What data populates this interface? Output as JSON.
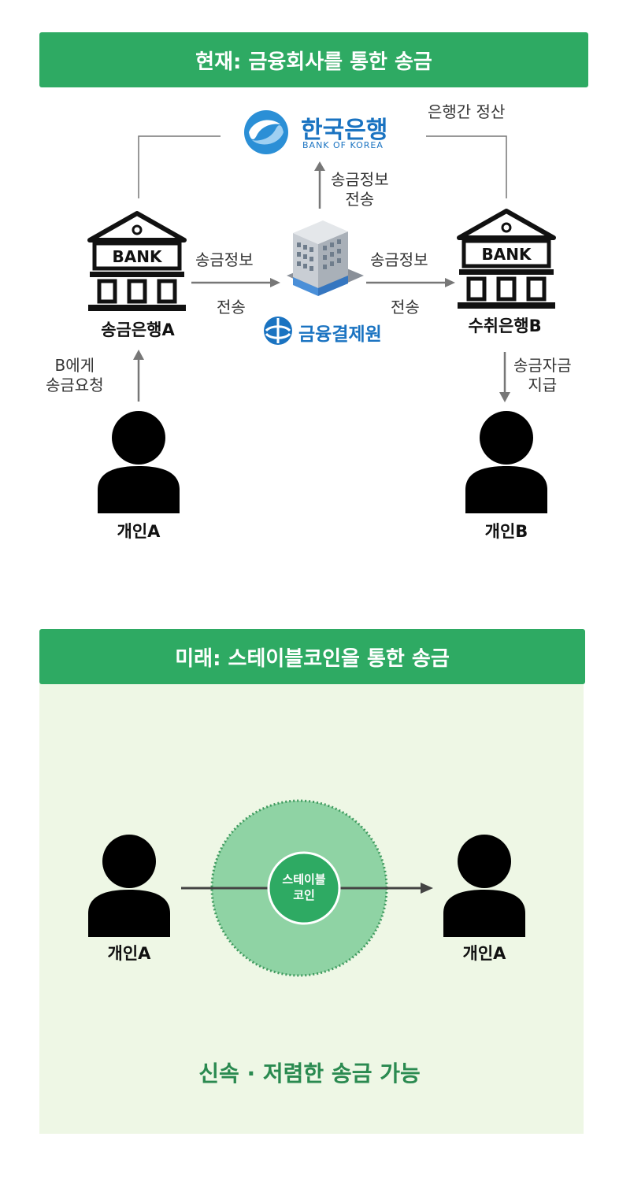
{
  "current": {
    "header": "현재: 금융회사를 통한 송금",
    "bok_name": "한국은행",
    "bok_sub": "BANK OF KOREA",
    "settlement": "은행간 정산",
    "center_up_info": "송금정보\n전송",
    "left_info": "송금정보",
    "left_send": "전송",
    "right_info": "송금정보",
    "right_send": "전송",
    "bank_sign": "BANK",
    "bank_a": "송금은행A",
    "bank_b": "수취은행B",
    "kftc": "금융결제원",
    "request": "B에게\n송금요청",
    "payout": "송금자금\n지급",
    "person_a": "개인A",
    "person_b": "개인B"
  },
  "future": {
    "header": "미래: 스테이블코인을 통한 송금",
    "coin": "스테이블\n코인",
    "person_left": "개인A",
    "person_right": "개인A",
    "tagline": "신속 · 저렴한 송금 가능"
  },
  "colors": {
    "green": "#2eaa63",
    "panel": "#eef7e5",
    "tagline": "#2a8a50",
    "bok_blue": "#1a73c1"
  }
}
